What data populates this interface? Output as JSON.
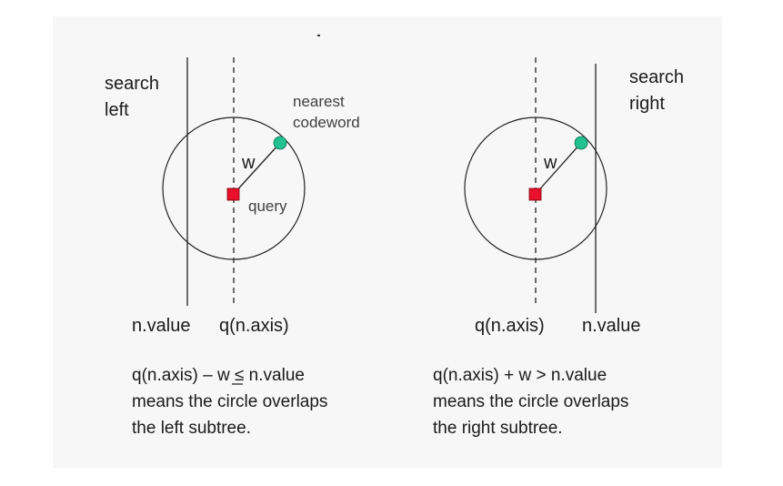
{
  "left_panel": {
    "search_label": [
      "search",
      "left"
    ],
    "nearest_label": [
      "nearest",
      "codeword"
    ],
    "radius_label": "w",
    "query_label": "query",
    "value_axis_label": "n.value",
    "query_axis_label": "q(n.axis)",
    "caption": [
      "q(n.axis) – w ≤ n.value",
      "means the circle overlaps",
      "the left subtree."
    ]
  },
  "right_panel": {
    "search_label": [
      "search",
      "right"
    ],
    "radius_label": "w",
    "query_axis_label": "q(n.axis)",
    "value_axis_label": "n.value",
    "caption": [
      "q(n.axis) + w > n.value",
      "means the circle overlaps",
      "the right subtree."
    ]
  },
  "colors": {
    "query_point": "#e8102a",
    "codeword_point": "#22c290",
    "line": "#222222",
    "background": "#f7f7f7"
  }
}
